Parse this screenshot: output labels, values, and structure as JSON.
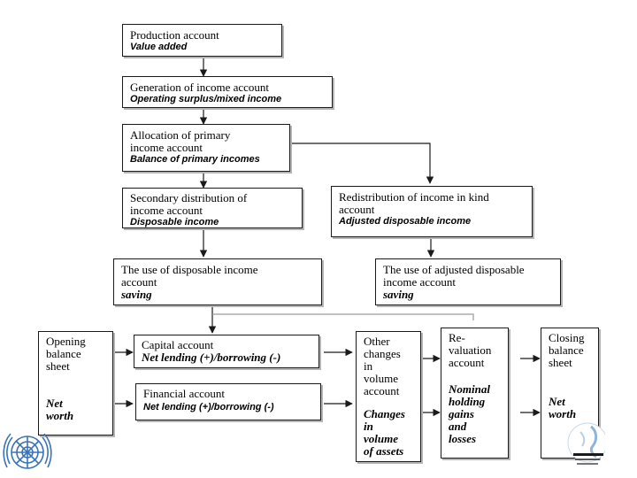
{
  "diagram": {
    "production": {
      "title": "Production account",
      "balance": "Value added"
    },
    "generation": {
      "title": "Generation of income account",
      "balance": "Operating surplus/mixed income"
    },
    "allocation": {
      "title_l1": "Allocation of primary",
      "title_l2": "income account",
      "balance": "Balance of primary incomes"
    },
    "secondary": {
      "title_l1": "Secondary distribution of",
      "title_l2": "income account",
      "balance": "Disposable income"
    },
    "redistribution": {
      "title_l1": "Redistribution of income in kind",
      "title_l2": "account",
      "balance": "Adjusted disposable income"
    },
    "use_disposable": {
      "title_l1": "The use of disposable income",
      "title_l2": "account",
      "balance": "saving"
    },
    "use_adjusted": {
      "title_l1": "The use of adjusted disposable",
      "title_l2": "income account",
      "balance": "saving"
    },
    "opening": {
      "title_l1": "Opening",
      "title_l2": "balance",
      "title_l3": "sheet",
      "balance_l1": "Net",
      "balance_l2": "worth"
    },
    "capital": {
      "title": "Capital account",
      "balance": "Net lending (+)/borrowing (-)"
    },
    "financial": {
      "title": "Financial account",
      "balance": "Net lending (+)/borrowing (-)"
    },
    "other_changes": {
      "title_l1": "Other",
      "title_l2": "changes",
      "title_l3": "in",
      "title_l4": "volume",
      "title_l5": "account",
      "balance_l1": "Changes",
      "balance_l2": "in",
      "balance_l3": "volume",
      "balance_l4": "of assets"
    },
    "revaluation": {
      "title_l1": "Re-",
      "title_l2": "valuation",
      "title_l3": "account",
      "balance_l1": "Nominal",
      "balance_l2": "holding",
      "balance_l3": "gains",
      "balance_l4": "and",
      "balance_l5": "losses"
    },
    "closing": {
      "title_l1": "Closing",
      "title_l2": "balance",
      "title_l3": "sheet",
      "balance_l1": "Net",
      "balance_l2": "worth"
    }
  },
  "logos": {
    "left": "un-emblem-icon",
    "right": "statistics-division-logo-icon"
  },
  "colors": {
    "border": "#1a1a1a",
    "shadow": "#b5b5b5",
    "arrow": "#1a1a1a",
    "un_blue": "#3b73b9"
  }
}
